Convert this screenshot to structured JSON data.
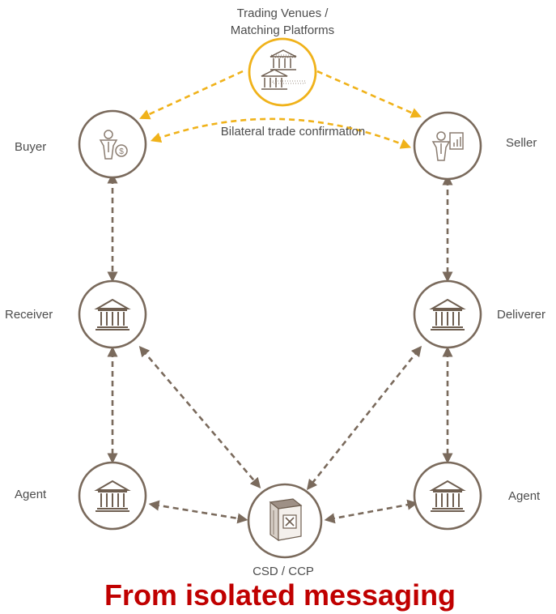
{
  "nodes": {
    "venue_line1": "Trading Venues /",
    "venue_line2": "Matching Platforms",
    "buyer": "Buyer",
    "seller": "Seller",
    "receiver": "Receiver",
    "deliverer": "Deliverer",
    "agent_left": "Agent",
    "agent_right": "Agent",
    "csd": "CSD / CCP"
  },
  "edge_labels": {
    "bilateral": "Bilateral trade confirmation"
  },
  "caption": "From isolated messaging",
  "colors": {
    "node_stroke": "#7a6a5c",
    "venue_accent": "#f0b21a",
    "caption": "#c00000"
  },
  "icons": [
    "bank-icon",
    "buyer-icon",
    "seller-icon",
    "csd-building-icon"
  ]
}
